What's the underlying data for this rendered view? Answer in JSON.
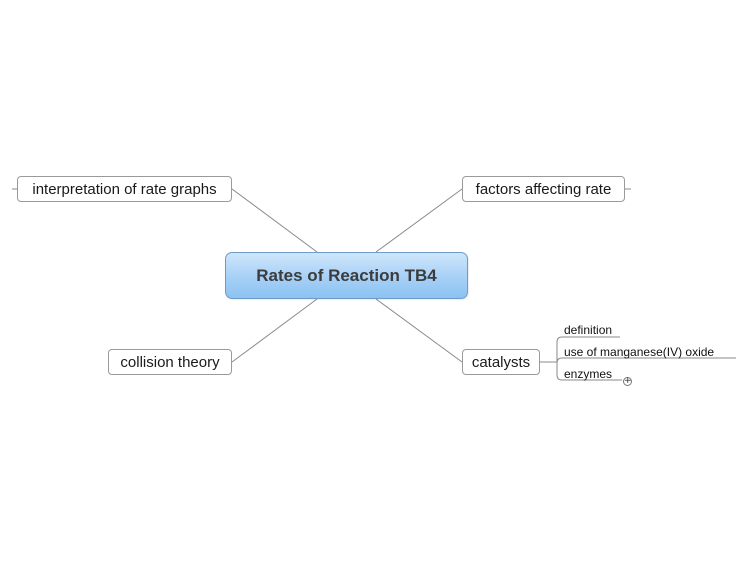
{
  "central": {
    "label": "Rates of Reaction TB4"
  },
  "topics": {
    "interpretation": "interpretation of rate graphs",
    "factors": "factors affecting rate",
    "collision": "collision theory",
    "catalysts": "catalysts"
  },
  "catalyst_subtopics": {
    "definition": "definition",
    "manganese": "use of manganese(IV) oxide",
    "enzymes": "enzymes"
  },
  "expand_symbol": "+",
  "colors": {
    "central_fill": "#a6d0f6",
    "central_border": "#6e9cc8",
    "connector": "#8a8a8a",
    "topic_border": "#9a9a9a"
  }
}
